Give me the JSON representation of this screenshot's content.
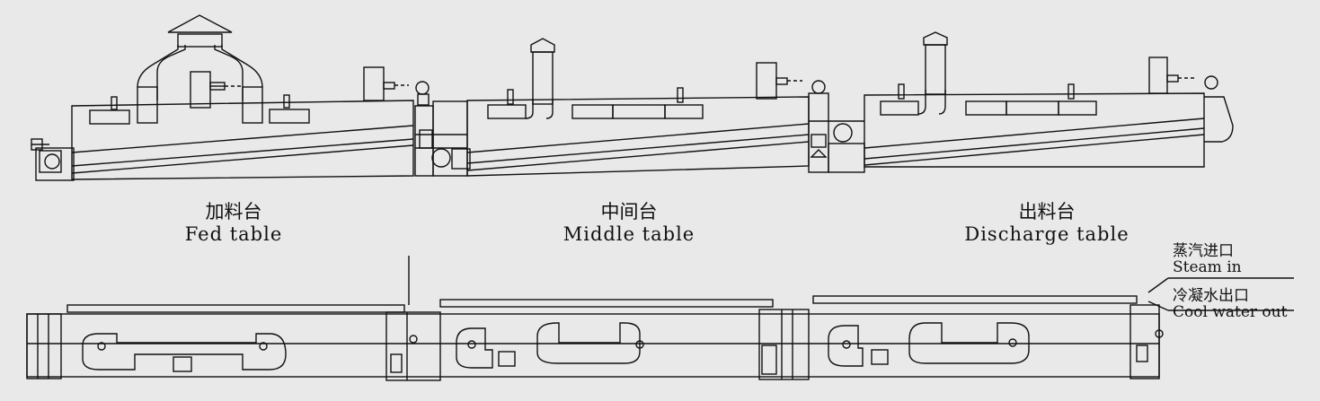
{
  "tables": [
    {
      "zh": "加料台",
      "en": "Fed table"
    },
    {
      "zh": "中间台",
      "en": "Middle table"
    },
    {
      "zh": "出料台",
      "en": "Discharge table"
    }
  ],
  "ports": {
    "steam": {
      "zh": "蒸汽进口",
      "en": "Steam in"
    },
    "water": {
      "zh": "冷凝水出口",
      "en": "Cool water out"
    }
  },
  "colors": {
    "background": "#e9e9e9",
    "line": "#111111"
  }
}
